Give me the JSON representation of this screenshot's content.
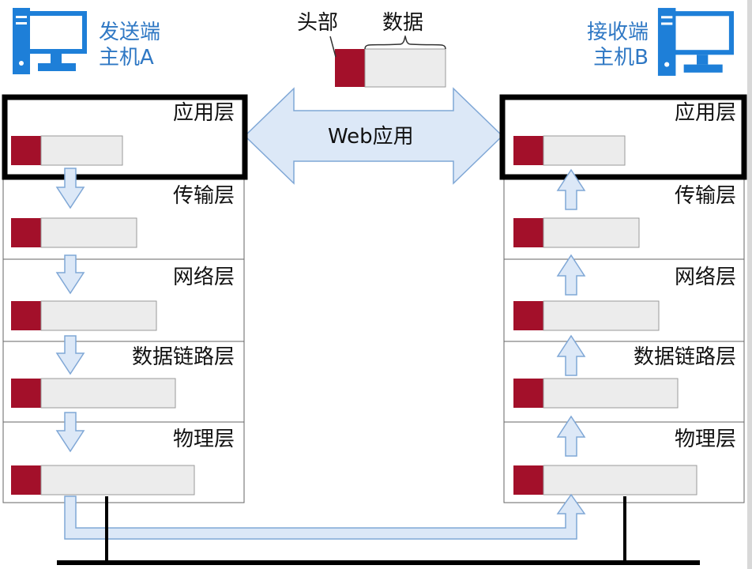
{
  "sender": {
    "line1": "发送端",
    "line2": "主机A"
  },
  "receiver": {
    "line1": "接收端",
    "line2": "主机B"
  },
  "legend": {
    "header": "头部",
    "data": "数据"
  },
  "web_app": "Web应用",
  "layers": [
    "应用层",
    "传输层",
    "网络层",
    "数据链路层",
    "物理层"
  ],
  "colors": {
    "header_red": "#a3102a",
    "payload_gray": "#ececec",
    "arrow_fill": "#dce8f7",
    "arrow_stroke": "#7fa7d6",
    "host_blue": "#1e7fd8",
    "label_blue": "#2f78c4"
  },
  "icons": {
    "sender_host": "desktop-computer-icon",
    "receiver_host": "desktop-computer-icon"
  }
}
